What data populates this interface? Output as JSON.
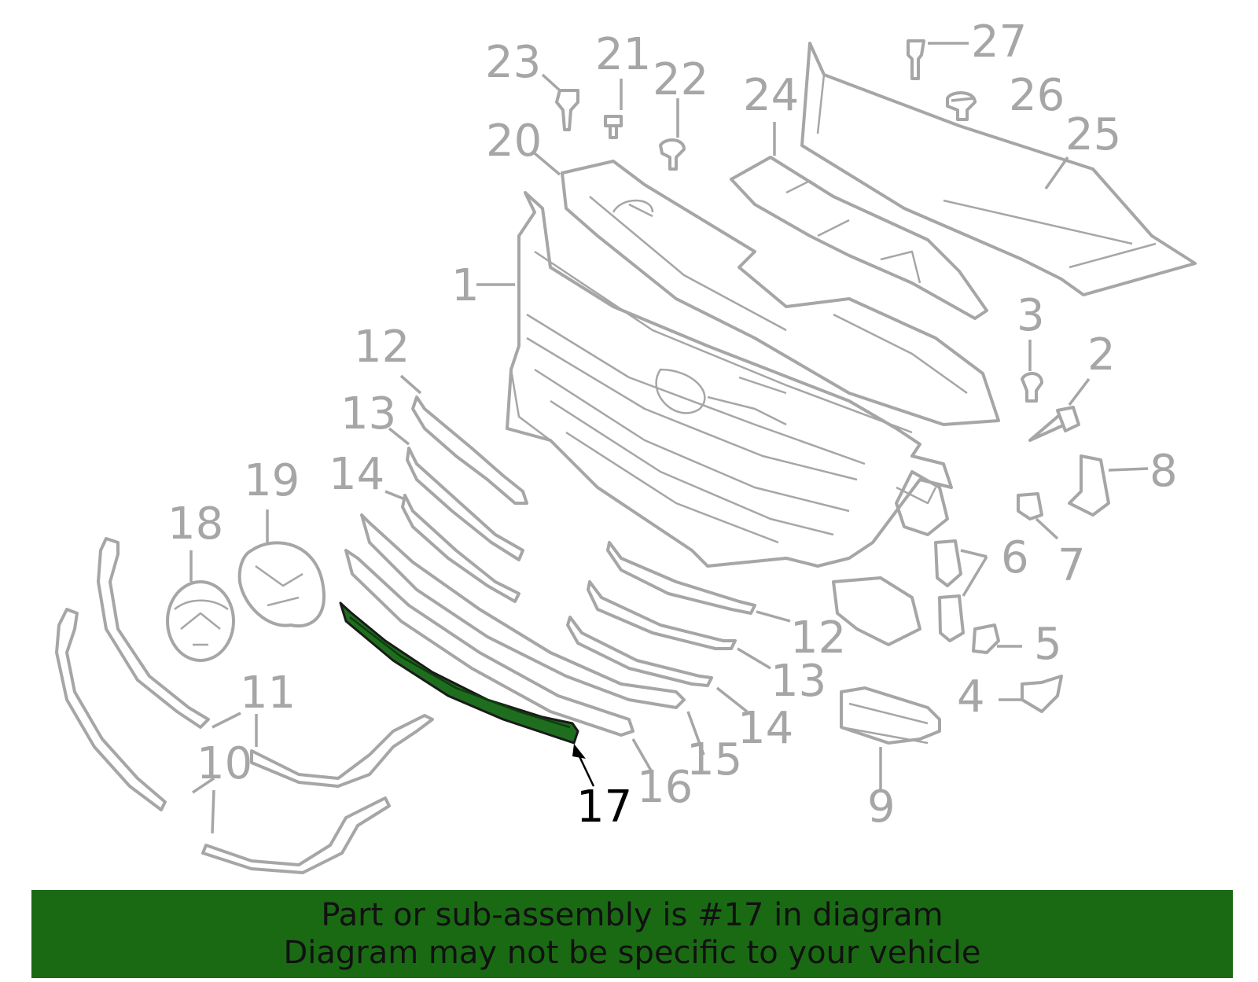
{
  "diagram": {
    "callouts": [
      {
        "id": "1",
        "label": "1"
      },
      {
        "id": "2",
        "label": "2"
      },
      {
        "id": "3",
        "label": "3"
      },
      {
        "id": "4",
        "label": "4"
      },
      {
        "id": "5",
        "label": "5"
      },
      {
        "id": "6",
        "label": "6"
      },
      {
        "id": "7",
        "label": "7"
      },
      {
        "id": "8",
        "label": "8"
      },
      {
        "id": "9",
        "label": "9"
      },
      {
        "id": "10",
        "label": "10"
      },
      {
        "id": "11",
        "label": "11"
      },
      {
        "id": "12a",
        "label": "12"
      },
      {
        "id": "12b",
        "label": "12"
      },
      {
        "id": "13a",
        "label": "13"
      },
      {
        "id": "13b",
        "label": "13"
      },
      {
        "id": "14a",
        "label": "14"
      },
      {
        "id": "14b",
        "label": "14"
      },
      {
        "id": "15",
        "label": "15"
      },
      {
        "id": "16",
        "label": "16"
      },
      {
        "id": "17",
        "label": "17"
      },
      {
        "id": "18",
        "label": "18"
      },
      {
        "id": "19",
        "label": "19"
      },
      {
        "id": "20",
        "label": "20"
      },
      {
        "id": "21",
        "label": "21"
      },
      {
        "id": "22",
        "label": "22"
      },
      {
        "id": "23",
        "label": "23"
      },
      {
        "id": "24",
        "label": "24"
      },
      {
        "id": "25",
        "label": "25"
      },
      {
        "id": "26",
        "label": "26"
      },
      {
        "id": "27",
        "label": "27"
      }
    ],
    "highlighted_part": "17",
    "colors": {
      "line_art": "#a6a6a6",
      "highlight_fill": "#1f6e1f",
      "highlight_label": "#000000",
      "banner_background": "#1a6a14",
      "banner_text": "#111111"
    }
  },
  "banner": {
    "line1": "Part or sub-assembly is #17 in diagram",
    "line2": "Diagram may not be specific to your vehicle"
  }
}
